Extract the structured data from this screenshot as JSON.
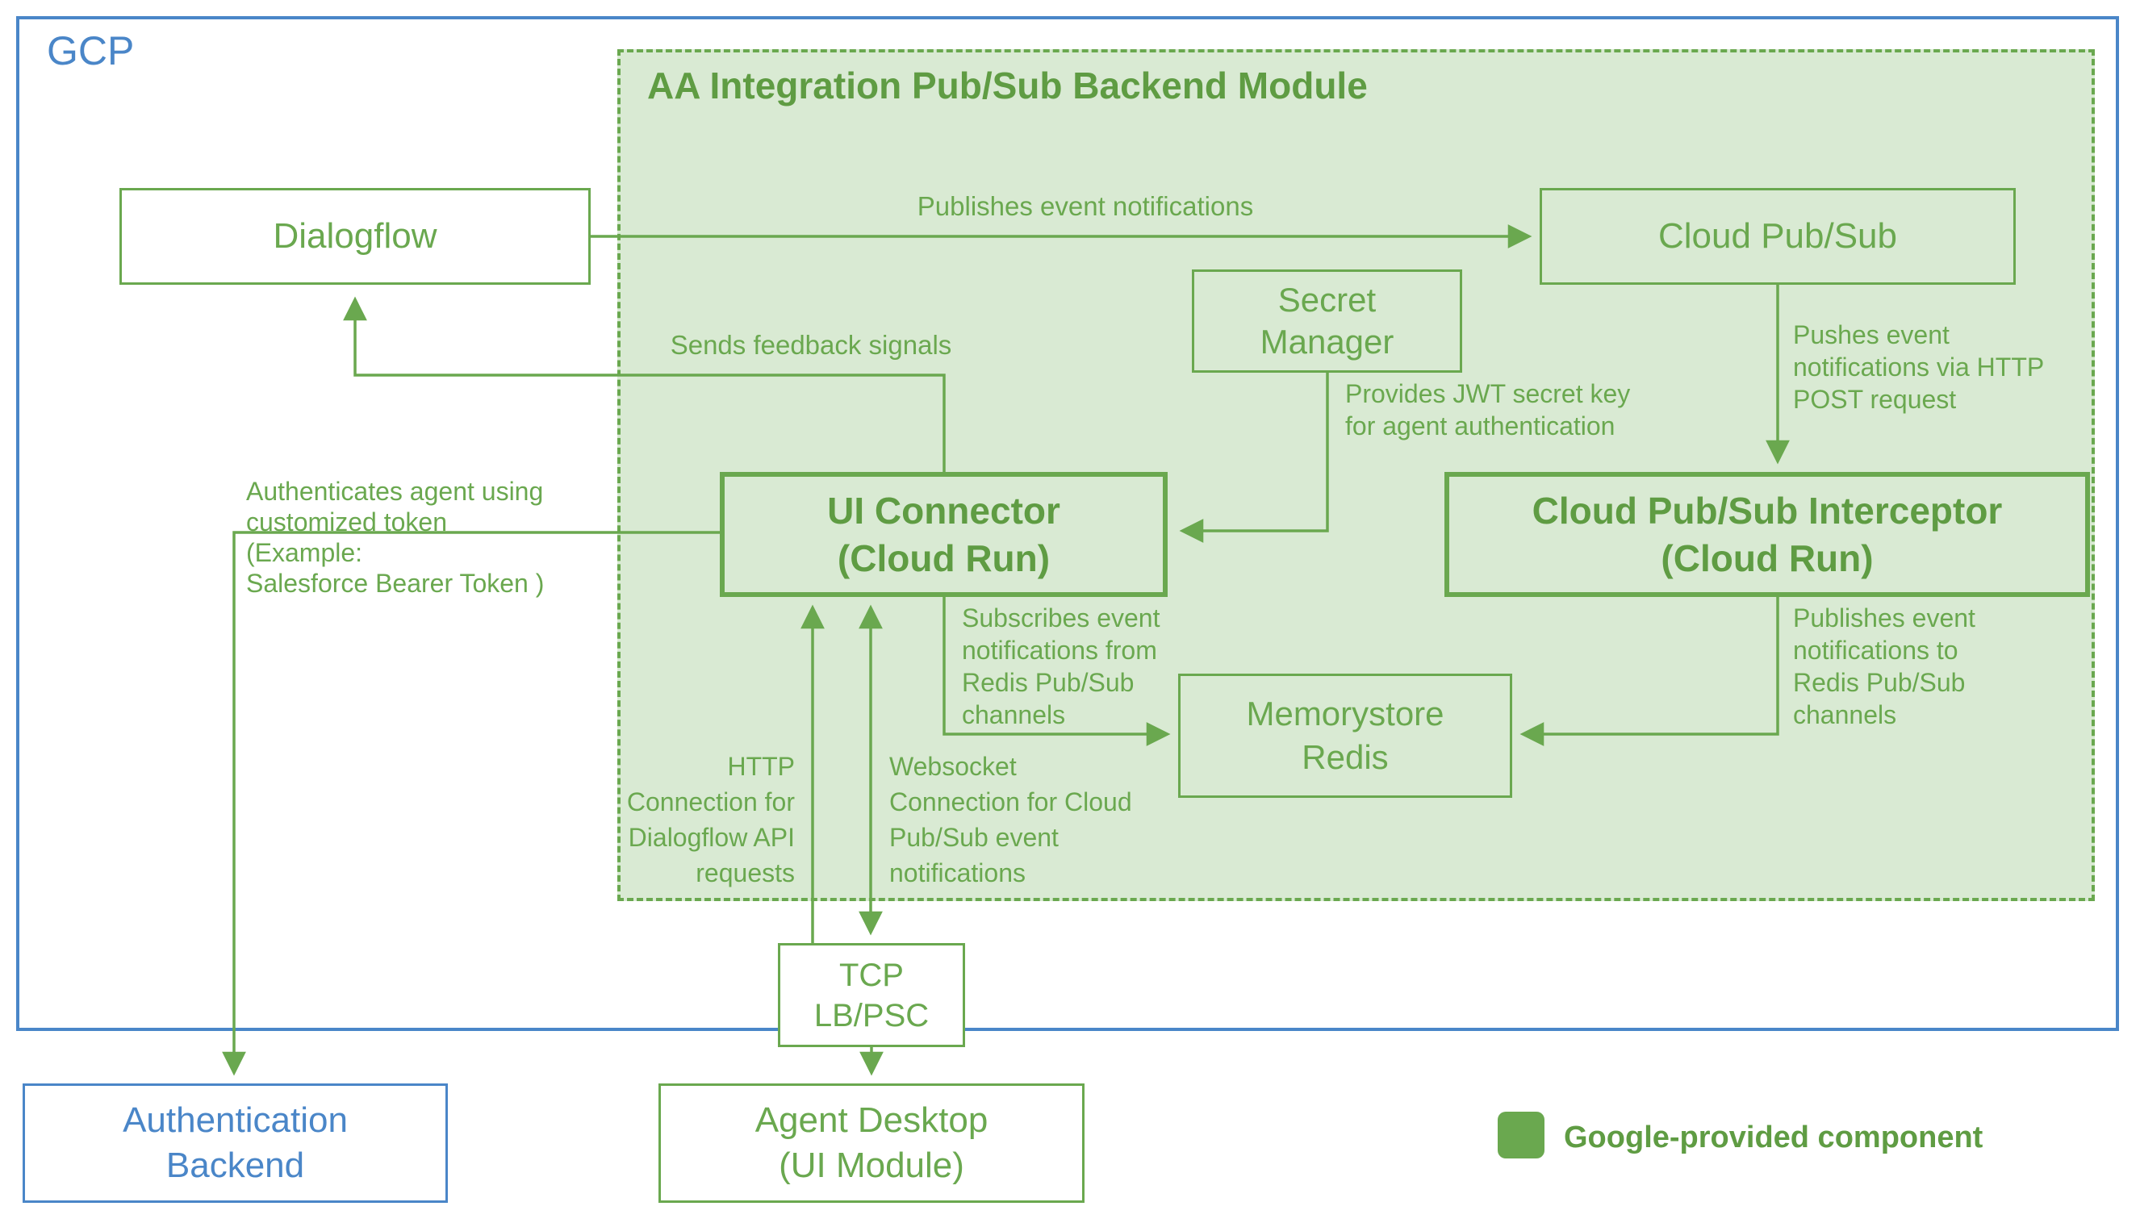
{
  "colors": {
    "green_stroke": "#6aa84f",
    "green_fill": "#d9ead3",
    "blue": "#4a86c8"
  },
  "gcp": {
    "label": "GCP"
  },
  "module": {
    "title": "AA Integration Pub/Sub Backend Module"
  },
  "nodes": {
    "dialogflow": {
      "label": "Dialogflow"
    },
    "cloud_pubsub": {
      "label": "Cloud Pub/Sub"
    },
    "secret_manager": {
      "label": "Secret\nManager"
    },
    "ui_connector": {
      "label": "UI Connector\n(Cloud Run)"
    },
    "interceptor": {
      "label": "Cloud Pub/Sub Interceptor\n(Cloud Run)"
    },
    "memorystore": {
      "label": "Memorystore\nRedis"
    },
    "tcp_lb": {
      "label": "TCP\nLB/PSC"
    },
    "agent_desktop": {
      "label": "Agent Desktop\n(UI Module)"
    },
    "auth_backend": {
      "label": "Authentication\nBackend"
    }
  },
  "edges": {
    "publishes": {
      "label": "Publishes event notifications"
    },
    "feedback": {
      "label": "Sends feedback signals"
    },
    "pushes": {
      "label": "Pushes event\nnotifications via HTTP\nPOST request"
    },
    "jwt": {
      "label": "Provides JWT secret key\nfor agent authentication"
    },
    "auth_token": {
      "label": "Authenticates agent using\ncustomized token\n(Example:\nSalesforce Bearer Token )"
    },
    "subscribes": {
      "label": "Subscribes event\nnotifications from\nRedis Pub/Sub\nchannels"
    },
    "redis_publish": {
      "label": "Publishes event\nnotifications to\nRedis Pub/Sub\nchannels"
    },
    "http_conn": {
      "label": "HTTP\nConnection for\nDialogflow API\nrequests"
    },
    "ws_conn": {
      "label": "Websocket\nConnection for Cloud\nPub/Sub event\nnotifications"
    }
  },
  "legend": {
    "label": "Google-provided component"
  }
}
